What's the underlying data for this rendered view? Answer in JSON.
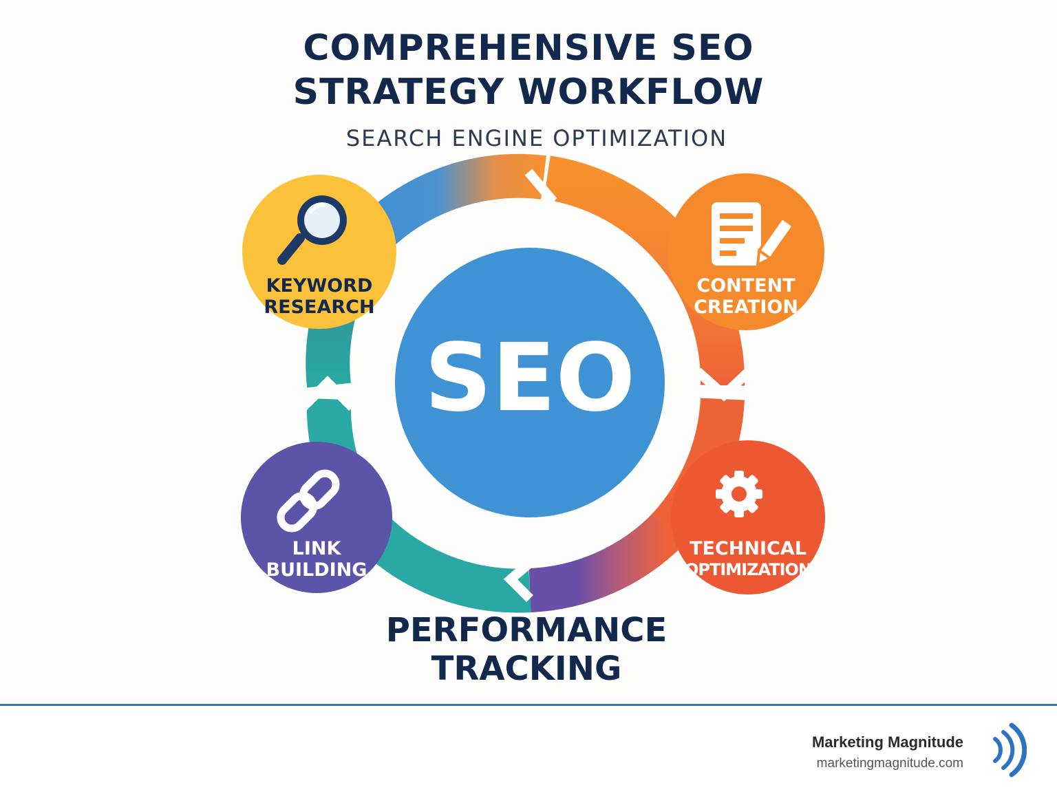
{
  "title": {
    "line1": "COMPREHENSIVE SEO",
    "line2": "STRATEGY WORKFLOW"
  },
  "subtitle": "SEARCH ENGINE OPTIMIZATION",
  "center": {
    "label": "SEO",
    "color": "#3f93d4"
  },
  "nodes": [
    {
      "id": "keyword-research",
      "line1": "KEYWORD",
      "line2": "RESEARCH",
      "color": "#fbc13a",
      "text_color": "#12284d",
      "icon": "magnifier-icon"
    },
    {
      "id": "content-creation",
      "line1": "CONTENT",
      "line2": "CREATION",
      "color": "#f58a2c",
      "text_color": "#ffffff",
      "icon": "document-pencil-icon"
    },
    {
      "id": "technical-optimization",
      "line1": "TECHNICAL",
      "line2": "OPTIMIZATION",
      "color": "#ec5832",
      "text_color": "#ffffff",
      "icon": "gear-icon"
    },
    {
      "id": "link-building",
      "line1": "LINK",
      "line2": "BUILDING",
      "color": "#5b54a8",
      "text_color": "#ffffff",
      "icon": "chain-link-icon"
    }
  ],
  "cycle": {
    "colors": {
      "blue": "#3d8fd6",
      "orange": "#f7902f",
      "red_orange": "#ee6238",
      "purple": "#6a4fa8",
      "teal": "#2aa8a3",
      "dark_teal": "#2e8f96"
    }
  },
  "bottom_label": {
    "line1": "PERFORMANCE",
    "line2": "TRACKING"
  },
  "footer": {
    "brand_name": "Marketing Magnitude",
    "brand_url": "marketingmagnitude.com",
    "accent": "#2f72c4",
    "icon": "signal-waves-icon"
  }
}
